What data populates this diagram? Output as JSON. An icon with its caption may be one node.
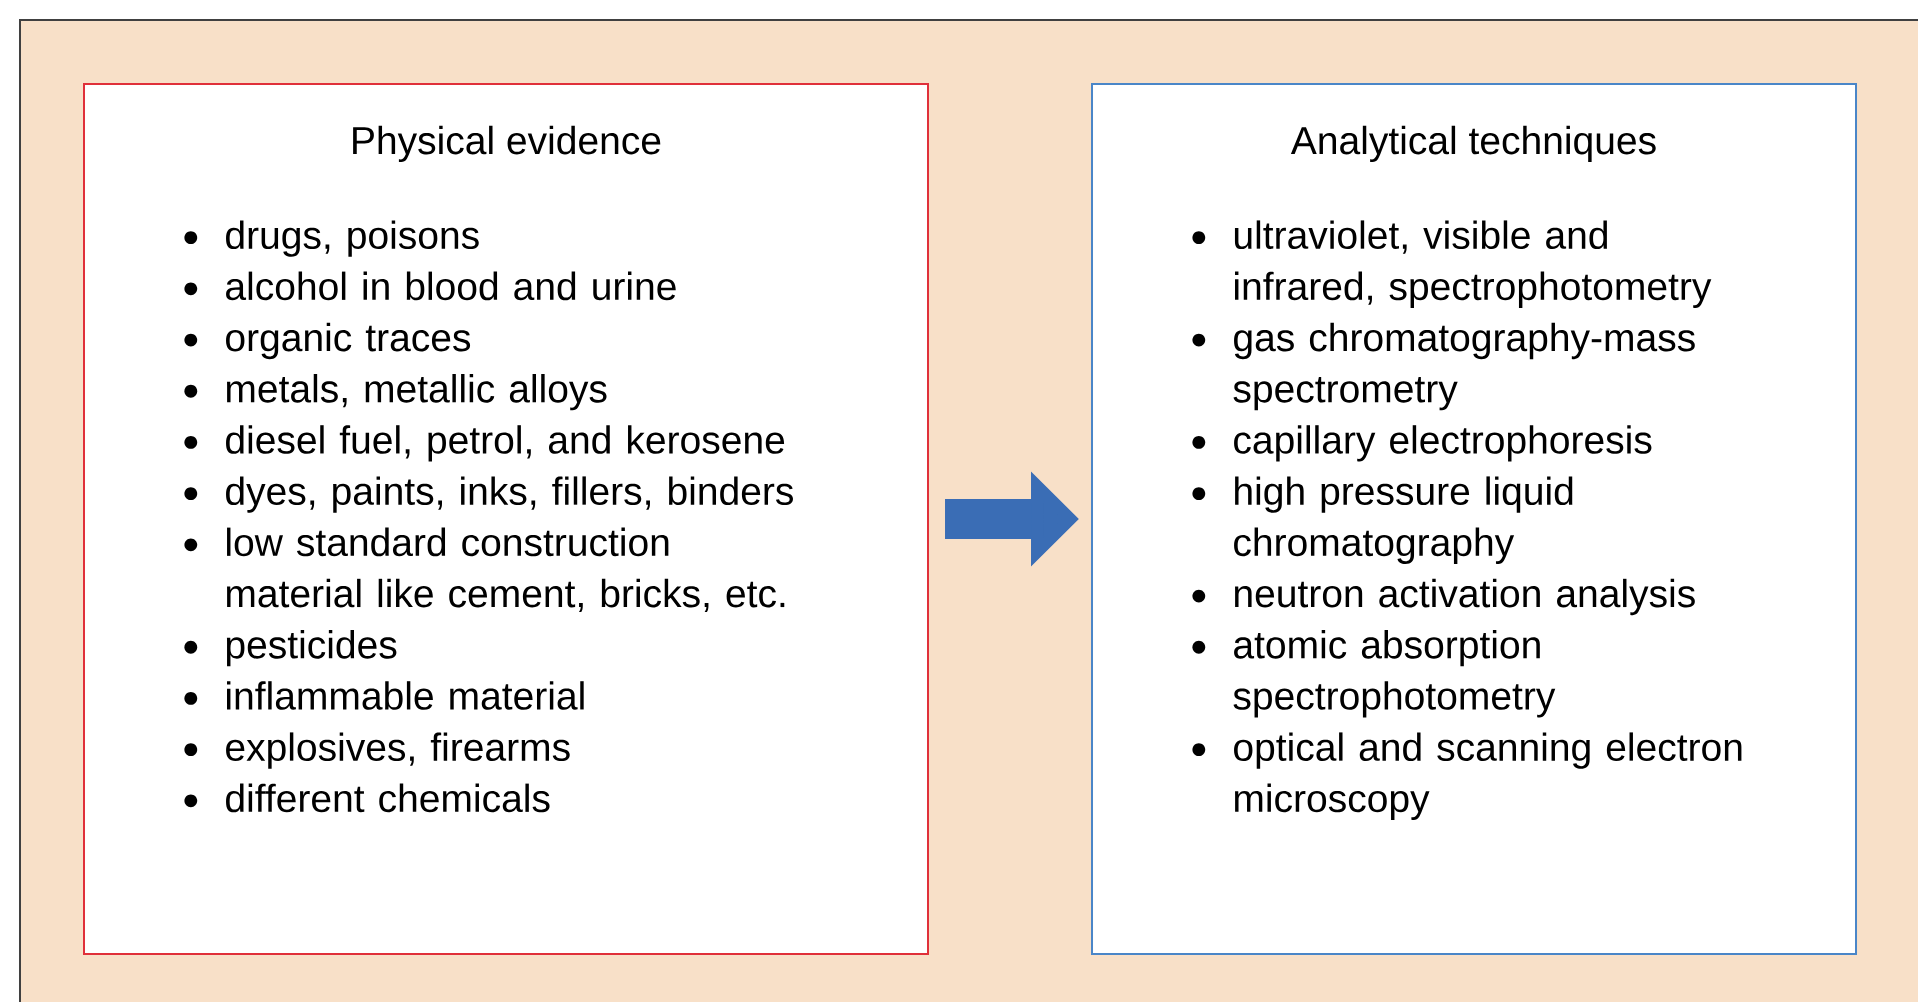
{
  "diagram": {
    "nodes": [
      {
        "text": [
          "Physical evidence",
          "drugs, poisons",
          "alcohol in blood and urine",
          "organic traces",
          "metals, metallic alloys",
          "diesel fuel, petrol, and kerosene",
          "dyes, paints, inks, fillers, binders",
          "low standard construction material like cement, bricks, etc.",
          "pesticides",
          "inflammable material",
          "explosives, firearms",
          "different chemicals"
        ]
      },
      {
        "text": [
          "Analytical techniques",
          "ultraviolet, visible and infrared, spectrophotometry",
          "gas chromatography-mass spectrometry",
          "capillary electrophoresis",
          "high pressure liquid chromatography",
          "neutron activation analysis",
          "atomic absorption spectrophotometry",
          "optical and scanning electron microscopy"
        ]
      }
    ],
    "edges": [
      {
        "from": 0,
        "to": 1,
        "arrow": "to"
      }
    ]
  }
}
